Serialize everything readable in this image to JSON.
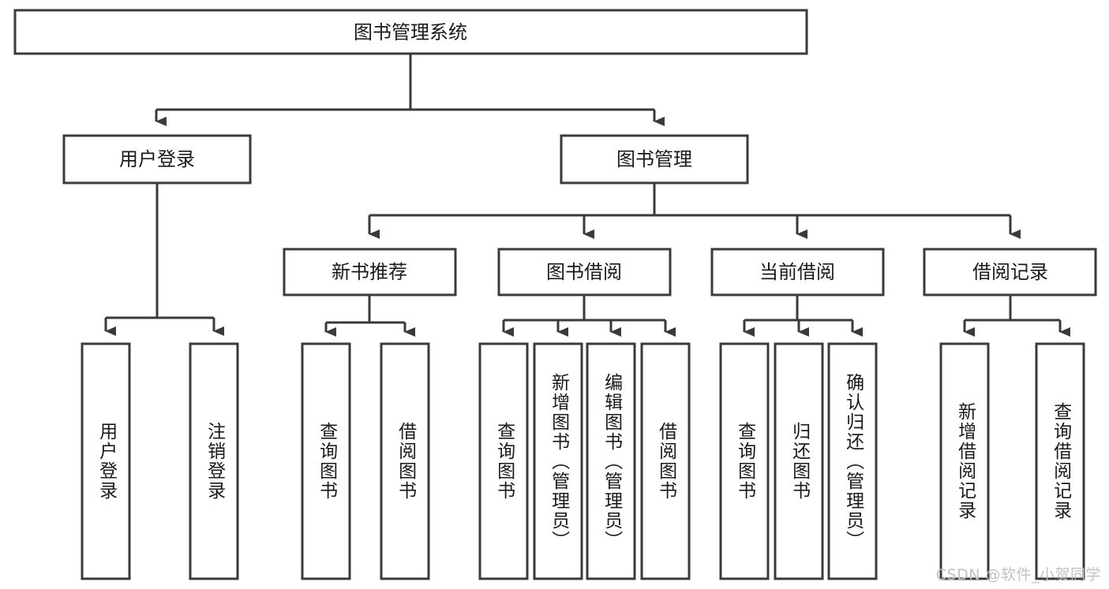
{
  "diagram": {
    "title": "图书管理系统",
    "type": "tree-hierarchy-chart",
    "background_color": "#ffffff",
    "box_stroke_color": "#3a3a3a",
    "box_fill_color": "#ffffff",
    "text_color": "#1a1a1a"
  },
  "root": {
    "label": "图书管理系统",
    "orientation": "horizontal"
  },
  "level2": [
    {
      "label": "用户登录",
      "orientation": "horizontal"
    },
    {
      "label": "图书管理",
      "orientation": "horizontal"
    }
  ],
  "level3": [
    {
      "label": "新书推荐",
      "orientation": "horizontal"
    },
    {
      "label": "图书借阅",
      "orientation": "horizontal"
    },
    {
      "label": "当前借阅",
      "orientation": "horizontal"
    },
    {
      "label": "借阅记录",
      "orientation": "horizontal"
    }
  ],
  "leaves": {
    "user_login": [
      {
        "label": "用户登录",
        "orientation": "vertical"
      },
      {
        "label": "注销登录",
        "orientation": "vertical"
      }
    ],
    "new_book_recommend": [
      {
        "label": "查询图书",
        "orientation": "vertical"
      },
      {
        "label": "借阅图书",
        "orientation": "vertical"
      }
    ],
    "book_borrow": [
      {
        "label": "查询图书",
        "orientation": "vertical"
      },
      {
        "label": "新增图书（管理员）",
        "orientation": "vertical"
      },
      {
        "label": "编辑图书（管理员）",
        "orientation": "vertical"
      },
      {
        "label": "借阅图书",
        "orientation": "vertical"
      }
    ],
    "current_borrow": [
      {
        "label": "查询图书",
        "orientation": "vertical"
      },
      {
        "label": "归还图书",
        "orientation": "vertical"
      },
      {
        "label": "确认归还（管理员）",
        "orientation": "vertical"
      }
    ],
    "borrow_record": [
      {
        "label": "新增借阅记录",
        "orientation": "vertical"
      },
      {
        "label": "查询借阅记录",
        "orientation": "vertical"
      }
    ]
  },
  "watermark": {
    "text": "CSDN @软件_小贺同学",
    "color": "#c2c2c2"
  }
}
